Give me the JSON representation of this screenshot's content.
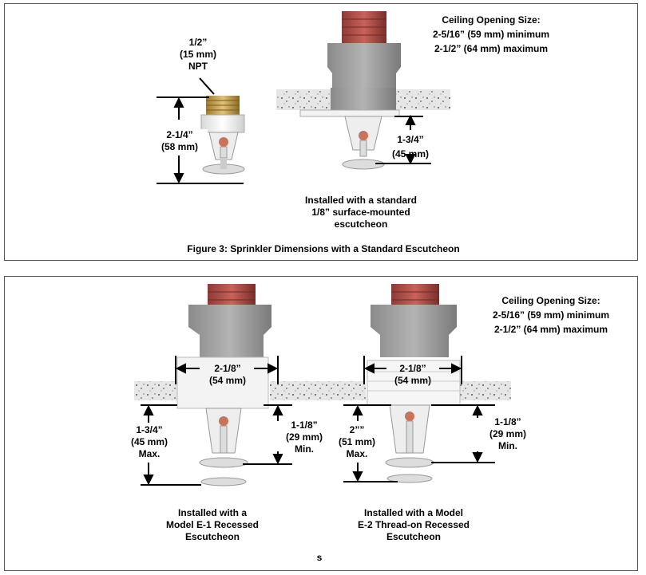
{
  "figure3": {
    "caption": "Figure 3:  Sprinkler Dimensions with a Standard Escutcheon",
    "thread": [
      "1/2”",
      "(15 mm)",
      "NPT"
    ],
    "left_height": [
      "2-1/4”",
      "(58 mm)"
    ],
    "ceiling_title": "Ceiling Opening Size:",
    "ceiling_min": "2-5/16” (59 mm) minimum",
    "ceiling_max": "2-1/2” (64 mm) maximum",
    "drop": [
      "1-3/4”",
      "(45 mm)"
    ],
    "installed": [
      "Installed with a standard",
      "1/8” surface-mounted",
      "escutcheon"
    ]
  },
  "figure4": {
    "ceiling_title": "Ceiling Opening Size:",
    "ceiling_min": "2-5/16” (59 mm) minimum",
    "ceiling_max": "2-1/2” (64 mm) maximum",
    "width_left": [
      "2-1/8”",
      "(54 mm)"
    ],
    "width_right": [
      "2-1/8”",
      "(54 mm)"
    ],
    "e1_max": [
      "1-3/4”",
      "(45 mm)",
      "Max."
    ],
    "e1_min": [
      "1-1/8”",
      "(29 mm)",
      "Min."
    ],
    "e2_max": [
      "2””",
      "(51 mm)",
      "Max."
    ],
    "e2_min": [
      "1-1/8”",
      "(29 mm)",
      "Min."
    ],
    "e1_caption": [
      "Installed with a",
      "Model E-1 Recessed",
      "Escutcheon"
    ],
    "e2_caption": [
      "Installed with a Model",
      "E-2 Thread-on  Recessed",
      "Escutcheon"
    ],
    "footer": "s"
  }
}
